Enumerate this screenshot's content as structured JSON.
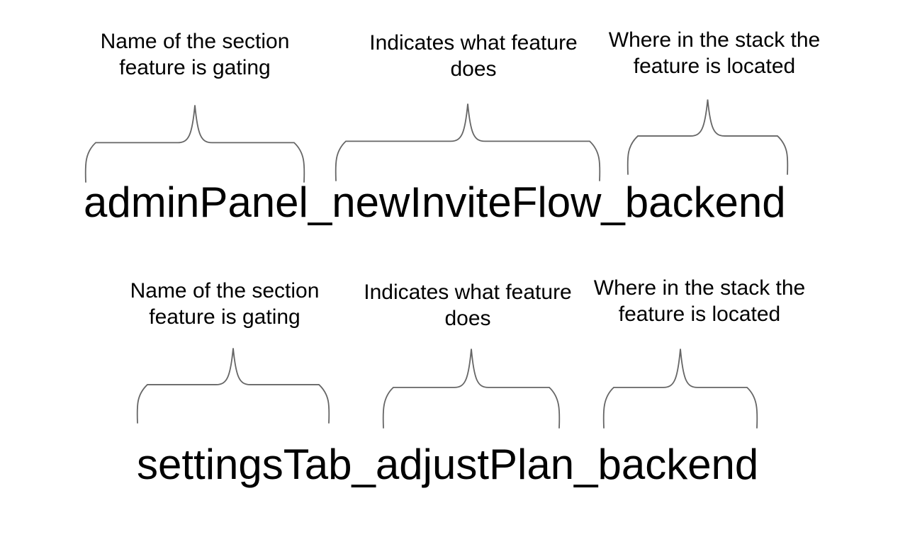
{
  "colors": {
    "background": "#ffffff",
    "brace": "#666666",
    "text": "#000000"
  },
  "examples": [
    {
      "name": "adminPanel_newInviteFlow_backend",
      "segments": [
        {
          "part": "adminPanel",
          "label": "Name of the section\nfeature is gating"
        },
        {
          "part": "newInviteFlow",
          "label": "Indicates what feature\ndoes"
        },
        {
          "part": "backend",
          "label": "Where in the stack the\nfeature is located"
        }
      ]
    },
    {
      "name": "settingsTab_adjustPlan_backend",
      "segments": [
        {
          "part": "settingsTab",
          "label": "Name of the section\nfeature is gating"
        },
        {
          "part": "adjustPlan",
          "label": "Indicates what feature\ndoes"
        },
        {
          "part": "backend",
          "label": "Where in the stack the\nfeature is located"
        }
      ]
    }
  ]
}
